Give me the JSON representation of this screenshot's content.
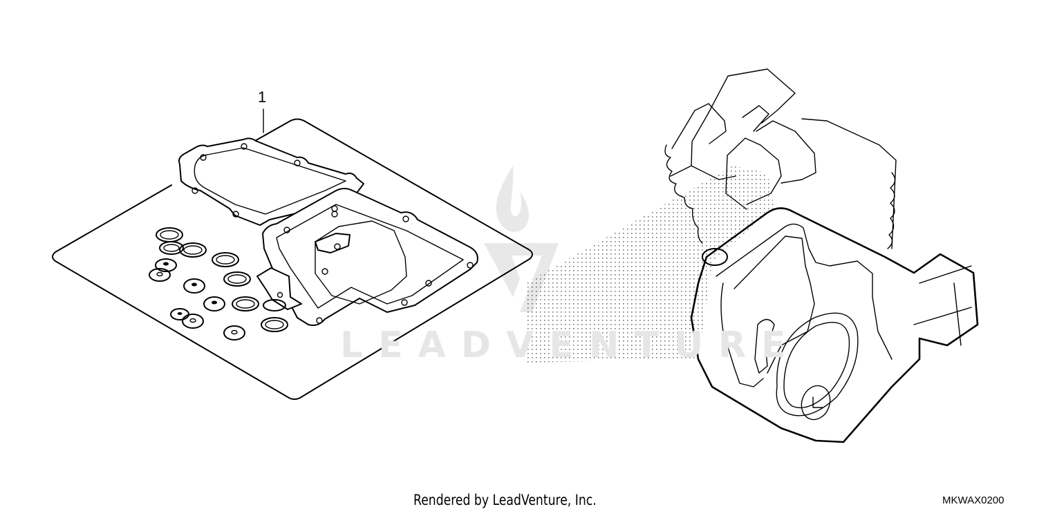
{
  "diagram": {
    "type": "exploded-parts-diagram",
    "subject": "Engine gasket kit",
    "callouts": [
      {
        "number": "1",
        "part": "gasket-kit"
      }
    ],
    "watermark": {
      "text": "LEADVENTURE",
      "logo": "flame-v-logo",
      "color": "#e6e6e6"
    },
    "line_color": "#000000",
    "background": "#ffffff"
  },
  "footer": {
    "credit": "Rendered by LeadVenture, Inc.",
    "diagram_code": "MKWAX0200"
  }
}
